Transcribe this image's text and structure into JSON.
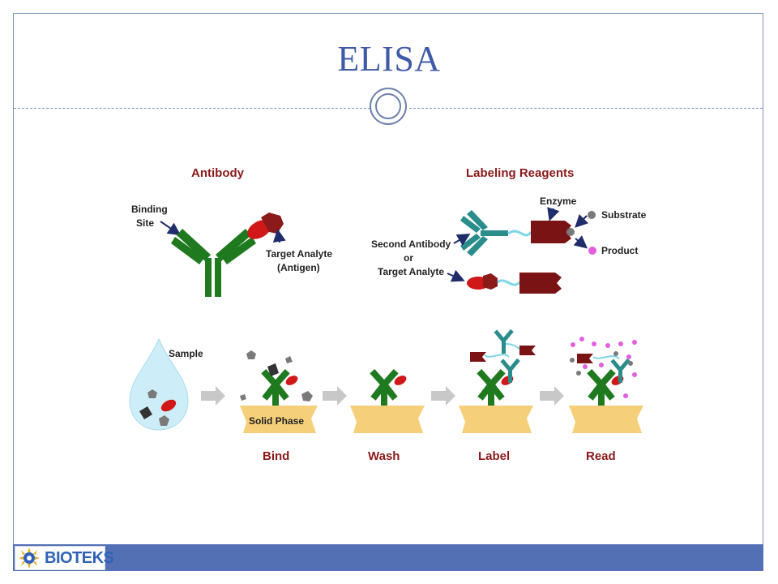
{
  "slide": {
    "title": "ELISA"
  },
  "diagram": {
    "antibody_panel": {
      "heading": "Antibody",
      "binding_site_label_line1": "Binding",
      "binding_site_label_line2": "Site",
      "target_analyte_label": "Target Analyte",
      "antigen_label": "(Antigen)"
    },
    "labeling_panel": {
      "heading": "Labeling Reagents",
      "enzyme_label": "Enzyme",
      "substrate_label": "Substrate",
      "product_label": "Product",
      "second_antibody_label": "Second Antibody",
      "or_label": "or",
      "target_analyte_label": "Target Analyte"
    },
    "sample_label": "Sample",
    "solid_phase_label": "Solid Phase",
    "steps": [
      "Bind",
      "Wash",
      "Label",
      "Read"
    ]
  },
  "footer": {
    "logo_text": "BIOTEKS"
  },
  "colors": {
    "title": "#3f5aa6",
    "antibody": "#1f7a1f",
    "antigen": "#d01818",
    "second_antibody": "#2b8c8c",
    "enzyme": "#7a1414",
    "substrate": "#7a7a7a",
    "product": "#e35fe0",
    "solid_phase": "#f6cf7a",
    "footer_bar": "#5470b4"
  }
}
